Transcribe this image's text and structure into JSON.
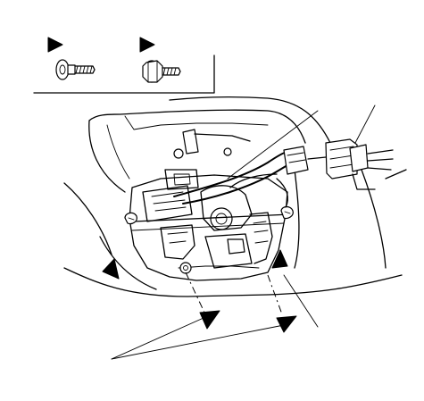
{
  "diagram": {
    "callout_count": 4,
    "fastener_legend": [
      {
        "icon": "flange-bolt-icon",
        "marker": "triangle-pointer"
      },
      {
        "icon": "hex-flange-bolt-icon",
        "marker": "triangle-pointer"
      }
    ],
    "components": [
      "door-outer-panel",
      "door-latch-actuator-assembly",
      "wiring-harness",
      "harness-connector",
      "harness-clip",
      "bolt-location-marker"
    ]
  }
}
